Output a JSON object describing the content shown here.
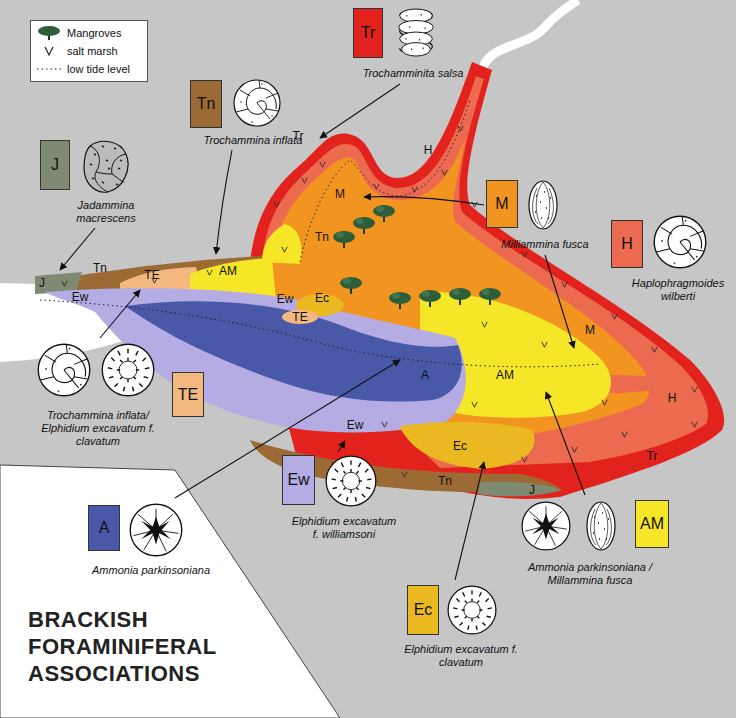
{
  "diagram": {
    "title": "BRACKISH FORAMINIFERAL ASSOCIATIONS",
    "nodes": [
      {
        "text": [
          "Tr",
          "Trochamminita salsa"
        ]
      },
      {
        "text": [
          "Tn",
          "Trochammina inflata"
        ]
      },
      {
        "text": [
          "J",
          "Jadammina macrescens"
        ]
      },
      {
        "text": [
          "M",
          "Milliammina fusca"
        ]
      },
      {
        "text": [
          "H",
          "Haplophragmoides wilberti"
        ]
      },
      {
        "text": [
          "TE",
          "Trochammina inflata/ Elphidium excavatum f. clavatum"
        ]
      },
      {
        "text": [
          "A",
          "Ammonia parkinsoniana"
        ]
      },
      {
        "text": [
          "Ew",
          "Elphidium excavatum f. williamsoni"
        ]
      },
      {
        "text": [
          "Ec",
          "Elphidium excavatum f. clavatum"
        ]
      },
      {
        "text": [
          "AM",
          "Ammonia parkinsoniana / Millammina fusca"
        ]
      }
    ],
    "labels": [
      "Tr",
      "H",
      "M",
      "J",
      "Tn",
      "TE",
      "AM",
      "Tn",
      "Ew",
      "Ew",
      "Ec",
      "TE",
      "A",
      "AM",
      "M",
      "H",
      "Ew",
      "Ec",
      "Tn",
      "J",
      "Tr"
    ],
    "legend": [
      {
        "text": "Mangroves"
      },
      {
        "text": "salt marsh"
      },
      {
        "text": "low tide level"
      }
    ]
  }
}
